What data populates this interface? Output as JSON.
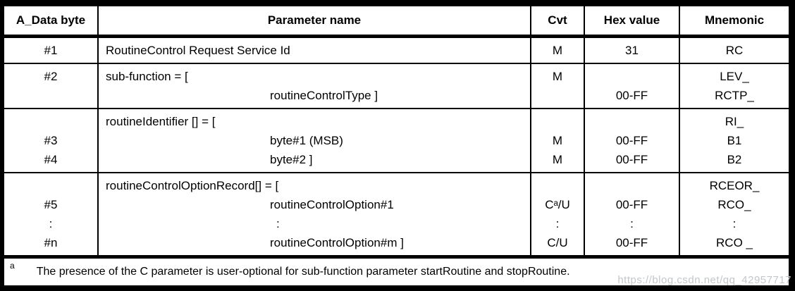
{
  "table": {
    "columns": [
      {
        "label": "A_Data byte"
      },
      {
        "label": "Parameter name"
      },
      {
        "label": "Cvt"
      },
      {
        "label": "Hex value"
      },
      {
        "label": "Mnemonic"
      }
    ],
    "rows": [
      {
        "byte": [
          "#1"
        ],
        "param": [
          "RoutineControl Request Service Id"
        ],
        "cvt": [
          "M"
        ],
        "hex": [
          "31"
        ],
        "mnemonic": [
          "RC"
        ]
      },
      {
        "byte": [
          "#2",
          ""
        ],
        "param": [
          "sub-function = [",
          "routineControlType ]"
        ],
        "cvt": [
          "M",
          ""
        ],
        "hex": [
          "",
          "00-FF"
        ],
        "mnemonic": [
          "LEV_",
          "RCTP_"
        ]
      },
      {
        "byte": [
          "",
          "#3",
          "#4"
        ],
        "param": [
          "routineIdentifier [] = [",
          "byte#1 (MSB)",
          "byte#2 ]"
        ],
        "cvt": [
          "",
          "M",
          "M"
        ],
        "hex": [
          "",
          "00-FF",
          "00-FF"
        ],
        "mnemonic": [
          "RI_",
          "B1",
          "B2"
        ]
      },
      {
        "byte": [
          "",
          "#5",
          ":",
          "#n"
        ],
        "param": [
          "routineControlOptionRecord[] = [",
          "routineControlOption#1",
          ":",
          "routineControlOption#m ]"
        ],
        "cvt": [
          "",
          "Cᵃ/U",
          ":",
          "C/U"
        ],
        "hex": [
          "",
          "00-FF",
          ":",
          "00-FF"
        ],
        "mnemonic": [
          "RCEOR_",
          "RCO_",
          ":",
          "RCO _"
        ]
      }
    ],
    "footnote": {
      "marker": "a",
      "text": "The presence of the C parameter is user-optional for sub-function parameter startRoutine and stopRoutine."
    }
  },
  "watermark": "https://blog.csdn.net/qq_42957717",
  "colors": {
    "border": "#000000",
    "text": "#000000",
    "watermark_text": "#c3c7ca"
  }
}
